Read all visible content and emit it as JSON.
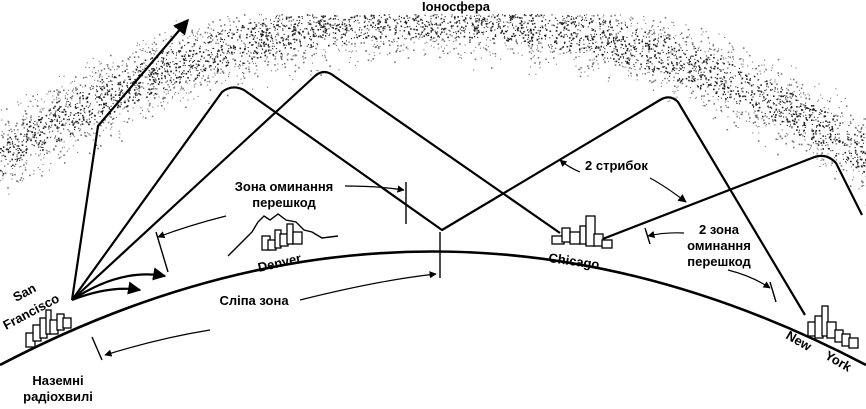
{
  "labels": {
    "ionosphere": "Іоносфера",
    "skip_zone_1_line1": "Зона оминання",
    "skip_zone_1_line2": "перешкод",
    "two_hops": "2 стрибок",
    "skip_zone_2_line1": "2 зона",
    "skip_zone_2_line2": "оминання",
    "skip_zone_2_line3": "перешкод",
    "blind_zone": "Сліпа зона",
    "ground_waves_line1": "Наземні",
    "ground_waves_line2": "радіохвилі"
  },
  "cities": {
    "san_francisco_line1": "San",
    "san_francisco_line2": "Francisco",
    "denver": "Denver",
    "chicago": "Chicago",
    "new_york_line1": "New",
    "new_york_line2": "York"
  }
}
